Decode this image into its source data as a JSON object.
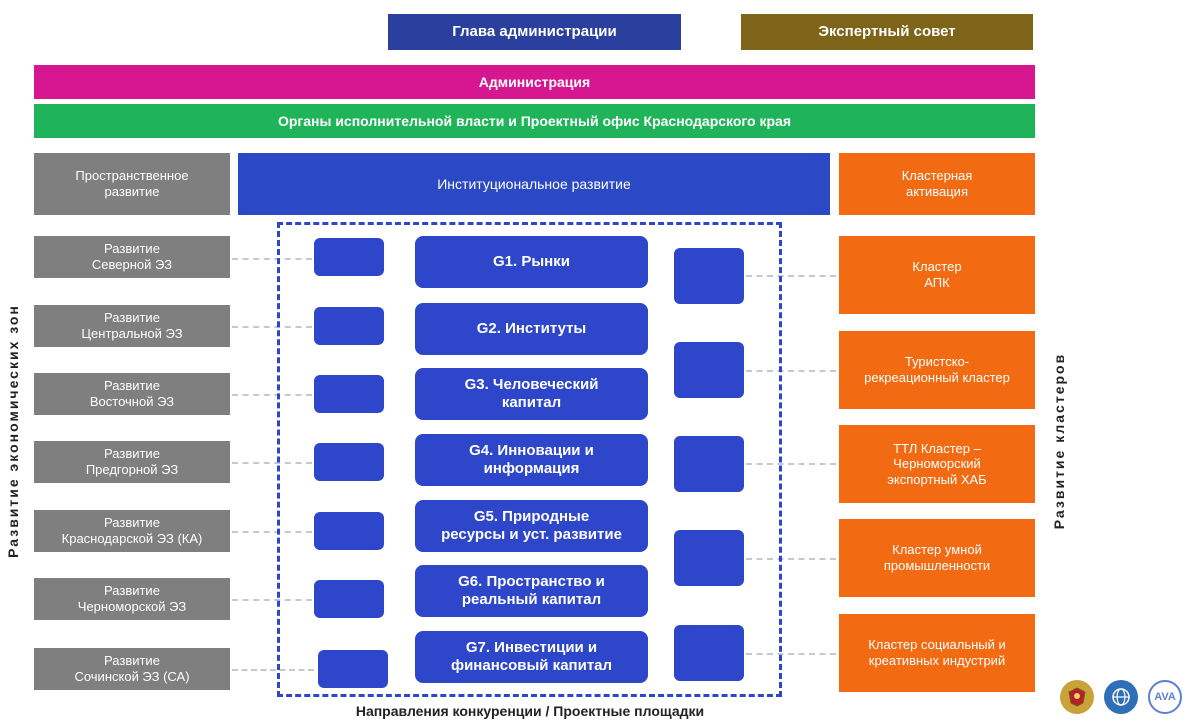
{
  "header": {
    "head": "Глава администрации",
    "expert": "Экспертный совет",
    "administration": "Администрация",
    "organs": "Органы исполнительной власти и Проектный офис Краснодарского края"
  },
  "columns": {
    "left_header": "Пространственное\nразвитие",
    "center_header": "Институциональное развитие",
    "right_header": "Кластерная\nактивация"
  },
  "zones": [
    "Развитие\nСеверной ЭЗ",
    "Развитие\nЦентральной ЭЗ",
    "Развитие\nВосточной ЭЗ",
    "Развитие\nПредгорной ЭЗ",
    "Развитие\nКраснодарской ЭЗ (КА)",
    "Развитие\nЧерноморской ЭЗ",
    "Развитие\nСочинской ЭЗ (СА)"
  ],
  "goals": [
    "G1. Рынки",
    "G2. Институты",
    "G3. Человеческий\nкапитал",
    "G4. Инновации и\nинформация",
    "G5. Природные\nресурсы и уст. развитие",
    "G6. Пространство и\nреальный капитал",
    "G7. Инвестиции и\nфинансовый капитал"
  ],
  "clusters": [
    "Кластер\nАПК",
    "Туристско-\nрекреационный кластер",
    "ТТЛ Кластер –\nЧерноморский\nэкспортный ХАБ",
    "Кластер умной\nпромышленности",
    "Кластер социальный и\nкреативных индустрий"
  ],
  "side_labels": {
    "left": "Развитие экономических зон",
    "right": "Развитие кластеров"
  },
  "bottom_caption": "Направления конкуренции / Проектные площадки",
  "logos": {
    "crest": "crest-icon",
    "globe": "globe-icon",
    "ava": "AVA"
  },
  "colors": {
    "head_blue": "#2b3f9e",
    "expert_olive": "#7d6418",
    "administration_magenta": "#d6178f",
    "organs_green": "#1fb45a",
    "spatial_gray": "#7f7f7f",
    "institutional_blue": "#2e46c9",
    "cluster_orange": "#f26a12"
  }
}
